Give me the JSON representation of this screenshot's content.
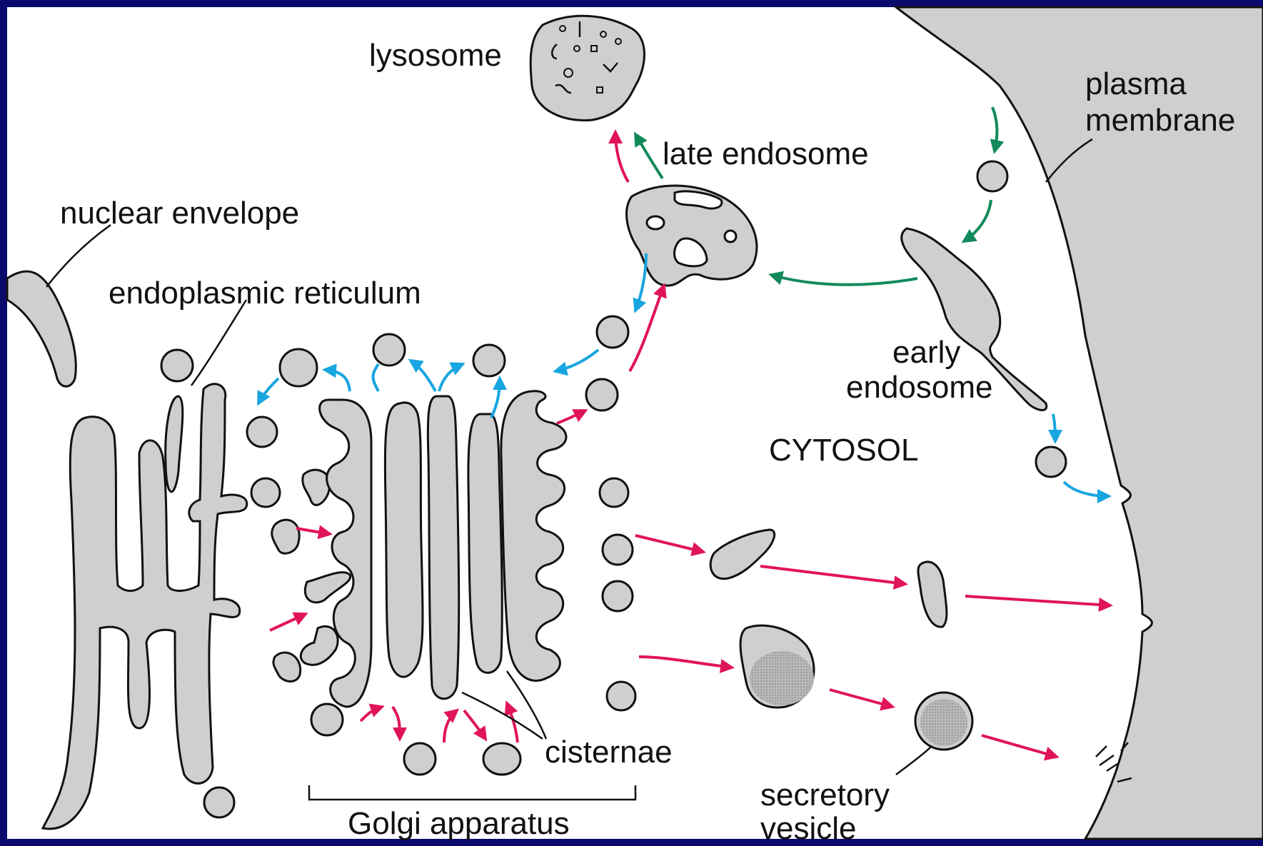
{
  "labels": {
    "lysosome": "lysosome",
    "plasma_membrane_line1": "plasma",
    "plasma_membrane_line2": "membrane",
    "late_endosome": "late endosome",
    "nuclear_envelope": "nuclear envelope",
    "endoplasmic_reticulum": "endoplasmic reticulum",
    "early_endosome_line1": "early",
    "early_endosome_line2": "endosome",
    "cytosol": "CYTOSOL",
    "cisternae": "cisternae",
    "golgi_apparatus": "Golgi apparatus",
    "secretory_vesicle_line1": "secretory",
    "secretory_vesicle_line2": "vesicle"
  },
  "colors": {
    "background": "#0a0a6e",
    "cell": "#ffffff",
    "organelle_fill": "#cfcfcf",
    "secretory_pathway": "#e0145a",
    "retrieval_pathway": "#19a6e0",
    "endocytic_pathway": "#138a5a"
  }
}
